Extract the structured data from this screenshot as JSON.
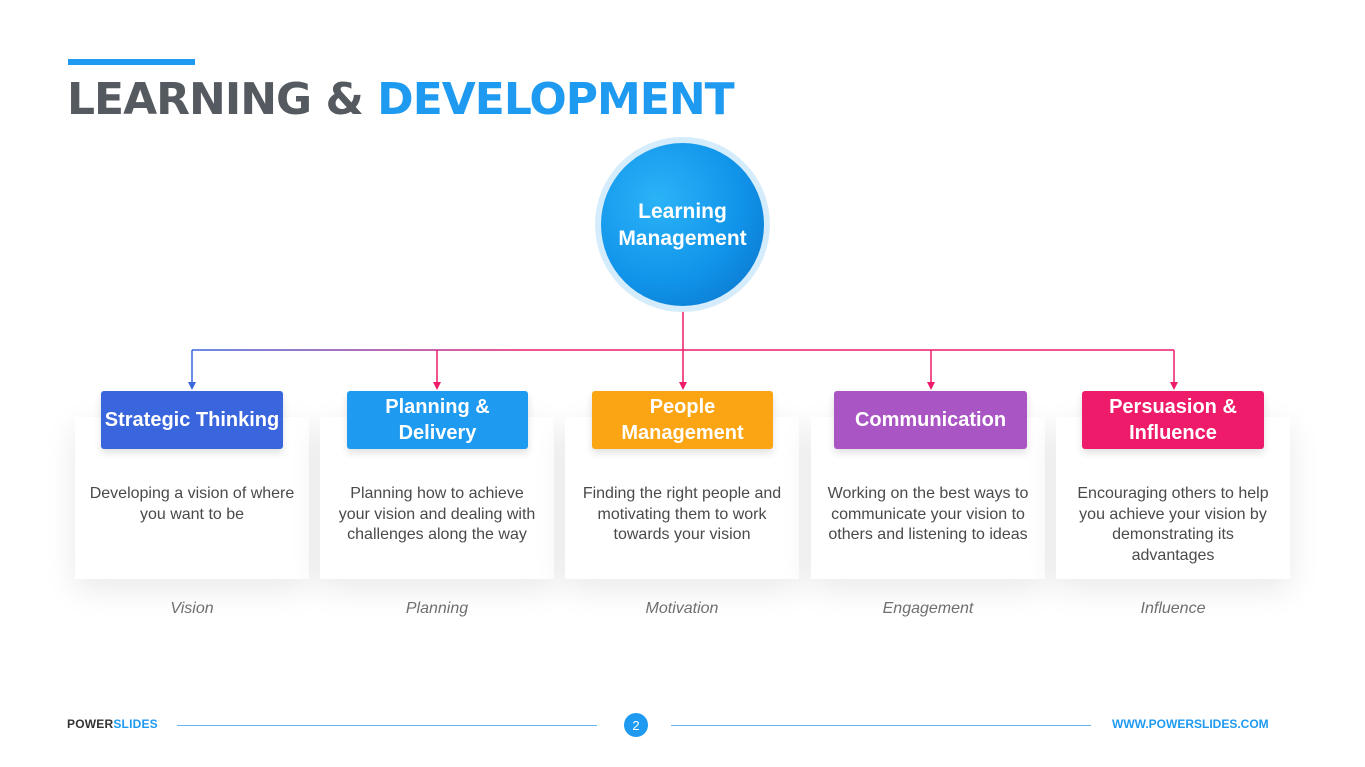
{
  "title": {
    "part1": "LEARNING & ",
    "part2": "DEVELOPMENT"
  },
  "hub": {
    "label": "Learning Management"
  },
  "items": [
    {
      "label": "Strategic Thinking",
      "description": "Developing a vision of where you want to be",
      "keyword": "Vision",
      "color": "#3a66dd"
    },
    {
      "label": "Planning & Delivery",
      "description": "Planning how to achieve your vision and dealing with challenges along the way",
      "keyword": "Planning",
      "color": "#1e9af0"
    },
    {
      "label": "People Management",
      "description": "Finding the right people and motivating them to work towards your vision",
      "keyword": "Motivation",
      "color": "#fba514"
    },
    {
      "label": "Communication",
      "description": "Working on the best ways to communicate your vision to others and listening to ideas",
      "keyword": "Engagement",
      "color": "#a955c3"
    },
    {
      "label": "Persuasion & Influence",
      "description": "Encouraging others to help you achieve your vision by demonstrating its advantages",
      "keyword": "Influence",
      "color": "#ee1b6b"
    }
  ],
  "connector_colors": {
    "left": "#3a66dd",
    "right": "#ee1b6b"
  },
  "footer": {
    "brand_part1": "POWER",
    "brand_part2": "SLIDES",
    "page": "2",
    "url": "WWW.POWERSLIDES.COM"
  }
}
